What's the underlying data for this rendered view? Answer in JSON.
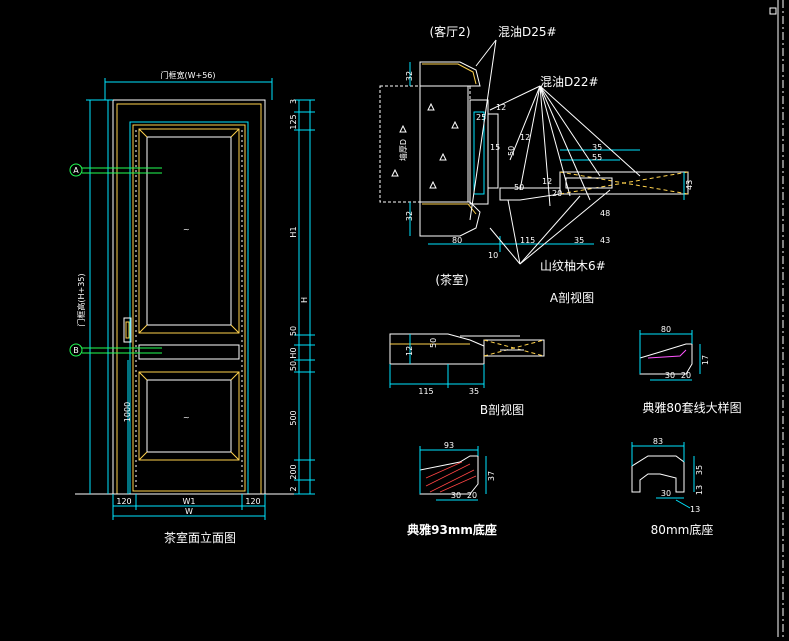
{
  "colors": {
    "background": "#000000",
    "cyan": "#00e5ff",
    "white": "#ffffff",
    "yellow": "#ffd24d",
    "magenta": "#ff55ff",
    "green": "#22ff55",
    "red": "#ff4444"
  },
  "elevation": {
    "title": "茶室面立面图",
    "top_dim": "门框宽(W+56)",
    "side_dim": "门框高(H+35)",
    "marker_a": "A",
    "marker_b": "B",
    "dims_right": [
      "3",
      "125",
      "H1",
      "H",
      "50",
      "H0",
      "50",
      "500",
      "200",
      "2"
    ],
    "dims_bottom": [
      "120",
      "W1",
      "120",
      "W"
    ],
    "dim_1000": "1000"
  },
  "section_a": {
    "title": "A剖视图",
    "room_top": "(客厅2)",
    "room_bottom": "(茶室)",
    "note_1": "混油D25#",
    "note_2": "混油D22#",
    "note_3": "山纹柚木6#",
    "wall_label": "墙厚D",
    "dims": [
      "32",
      "32",
      "12",
      "25",
      "15",
      "12",
      "50",
      "35",
      "55",
      "12",
      "20",
      "50",
      "48",
      "43",
      "80",
      "10",
      "115",
      "35",
      "43"
    ]
  },
  "section_b": {
    "title": "B剖视图",
    "dims": [
      "12",
      "50",
      "115",
      "35"
    ]
  },
  "trim_80": {
    "title": "典雅80套线大样图",
    "dims": [
      "80",
      "17",
      "30",
      "20"
    ]
  },
  "base_93": {
    "title": "典雅93mm底座",
    "dims": [
      "93",
      "37",
      "30",
      "20"
    ]
  },
  "base_80": {
    "title": "80mm底座",
    "dims": [
      "83",
      "35",
      "30",
      "13",
      "13"
    ]
  }
}
